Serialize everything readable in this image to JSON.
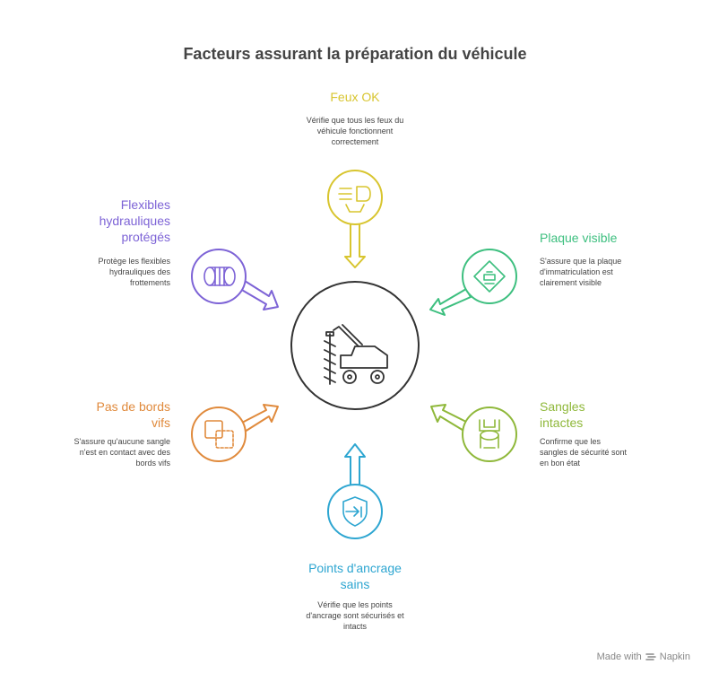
{
  "title": "Facteurs assurant la préparation du véhicule",
  "center_icon": "loader-crane-vehicle-icon",
  "nodes": [
    {
      "id": "feux",
      "label": "Feux OK",
      "description": "Vérifie que tous les feux du véhicule fonctionnent correctement",
      "color": "#d8c52f",
      "icon": "headlight-icon"
    },
    {
      "id": "plaque",
      "label": "Plaque visible",
      "description": "S'assure que la plaque d'immatriculation est clairement visible",
      "color": "#3dbf7f",
      "icon": "license-plate-sign-icon"
    },
    {
      "id": "sangles",
      "label": "Sangles intactes",
      "description": "Confirme que les sangles de sécurité sont en bon état",
      "color": "#8fb83a",
      "icon": "safety-harness-icon"
    },
    {
      "id": "points",
      "label": "Points d'ancrage sains",
      "description": "Vérifie que les points d'ancrage sont sécurisés et intacts",
      "color": "#2ea6d1",
      "icon": "shield-arrow-icon"
    },
    {
      "id": "bords",
      "label": "Pas de bords vifs",
      "description": "S'assure qu'aucune sangle n'est en contact avec des bords vifs",
      "color": "#e08a3c",
      "icon": "overlapping-squares-icon"
    },
    {
      "id": "flexibles",
      "label": "Flexibles hydrauliques protégés",
      "description": "Protège les flexibles hydrauliques des frottements",
      "color": "#7d63d6",
      "icon": "hose-roll-icon"
    }
  ],
  "footer": {
    "made_with": "Made with",
    "brand": "Napkin",
    "icon": "napkin-logo-icon"
  }
}
